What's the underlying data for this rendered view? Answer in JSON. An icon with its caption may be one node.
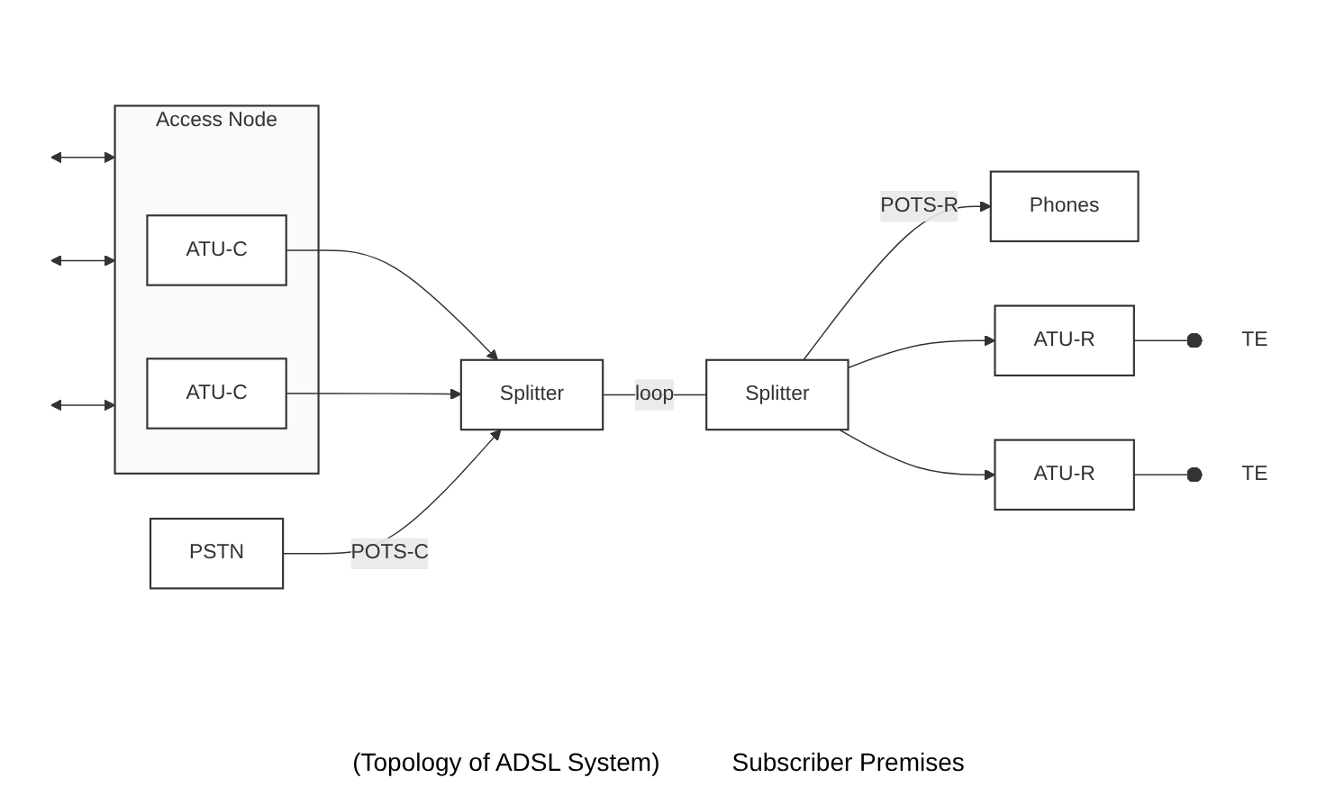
{
  "diagram": {
    "caption": "(Topology of ADSL System)",
    "nodes": [
      {
        "text": [
          "Access Node"
        ]
      },
      {
        "text": [
          "ATU-C"
        ],
        "in": 0
      },
      {
        "text": [
          "ATU-C"
        ],
        "in": 0
      },
      {
        "text": [
          "Splitter"
        ]
      },
      {
        "text": [
          "Splitter"
        ]
      },
      {
        "text": [
          "PSTN"
        ]
      },
      {
        "text": [
          "Phones"
        ]
      },
      {
        "text": [
          "ATU-R"
        ]
      },
      {
        "text": [
          "ATU-R"
        ]
      },
      {
        "text": [
          "TE"
        ]
      },
      {
        "text": [
          "TE"
        ]
      }
    ],
    "edges": [
      {
        "from": null,
        "to": 0,
        "arrow": "both"
      },
      {
        "from": null,
        "to": 0,
        "arrow": "both"
      },
      {
        "from": null,
        "to": 0,
        "arrow": "both"
      },
      {
        "from": 1,
        "to": 3,
        "arrow": "to"
      },
      {
        "from": 2,
        "to": 3,
        "arrow": "to"
      },
      {
        "from": 5,
        "to": 3,
        "arrow": "to",
        "label": "POTS-C"
      },
      {
        "from": 3,
        "to": 4,
        "arrow": "none",
        "label": "loop"
      },
      {
        "from": 4,
        "to": 7,
        "arrow": "to"
      },
      {
        "from": 4,
        "to": 8,
        "arrow": "to"
      },
      {
        "from": 4,
        "to": 6,
        "arrow": "to",
        "label": "POTS-R"
      },
      {
        "from": 7,
        "to": 9,
        "arrow": "other"
      },
      {
        "from": 8,
        "to": 10,
        "arrow": "other"
      }
    ],
    "labels": [
      "Subscriber Premises"
    ]
  }
}
